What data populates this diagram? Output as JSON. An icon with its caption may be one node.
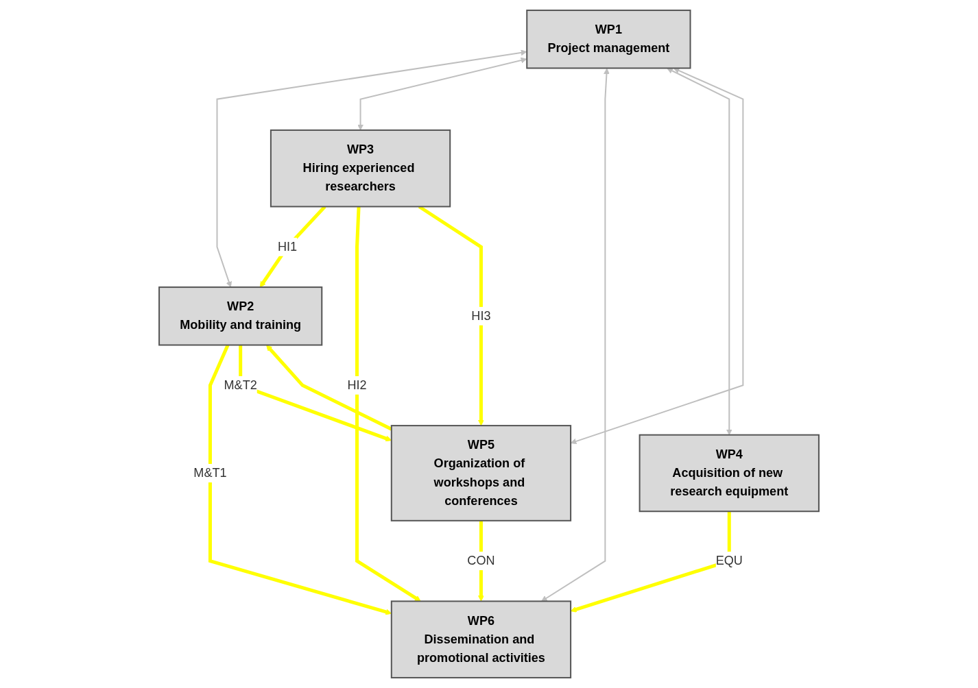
{
  "diagram": {
    "nodes": [
      {
        "text": [
          "WP2",
          "Mobility and training"
        ]
      },
      {
        "text": [
          "WP1",
          "Project management"
        ]
      },
      {
        "text": [
          "WP3",
          "Hiring experienced researchers"
        ]
      },
      {
        "text": [
          "WP6",
          "Dissemination and promotional activities"
        ]
      },
      {
        "text": [
          "WP4",
          "Acquisition of new research equipment"
        ]
      },
      {
        "text": [
          "WP5",
          "Organization of workshops and conferences"
        ]
      }
    ],
    "edges": [
      {
        "from": 1,
        "to": 0,
        "arrow": "both",
        "color": "#bfbfbf"
      },
      {
        "from": 1,
        "to": 2,
        "arrow": "both",
        "color": "#bfbfbf"
      },
      {
        "from": 1,
        "to": 3,
        "arrow": "both",
        "color": "#bfbfbf"
      },
      {
        "from": 1,
        "to": 4,
        "arrow": "both",
        "color": "#bfbfbf"
      },
      {
        "from": 1,
        "to": 5,
        "arrow": "both",
        "color": "#bfbfbf"
      },
      {
        "from": 0,
        "to": 3,
        "arrow": "to",
        "label": "M&T1"
      },
      {
        "from": 0,
        "to": 5,
        "arrow": "to",
        "label": "M&T2"
      },
      {
        "from": 5,
        "to": 0,
        "arrow": "to"
      },
      {
        "from": 2,
        "to": 0,
        "arrow": "to",
        "label": "HI1"
      },
      {
        "from": 2,
        "to": 3,
        "arrow": "to",
        "label": "HI2"
      },
      {
        "from": 2,
        "to": 5,
        "arrow": "to",
        "label": "HI3"
      },
      {
        "from": 4,
        "to": 3,
        "arrow": "to",
        "label": "EQU"
      },
      {
        "from": 5,
        "to": 3,
        "arrow": "to",
        "label": "CON"
      }
    ]
  }
}
